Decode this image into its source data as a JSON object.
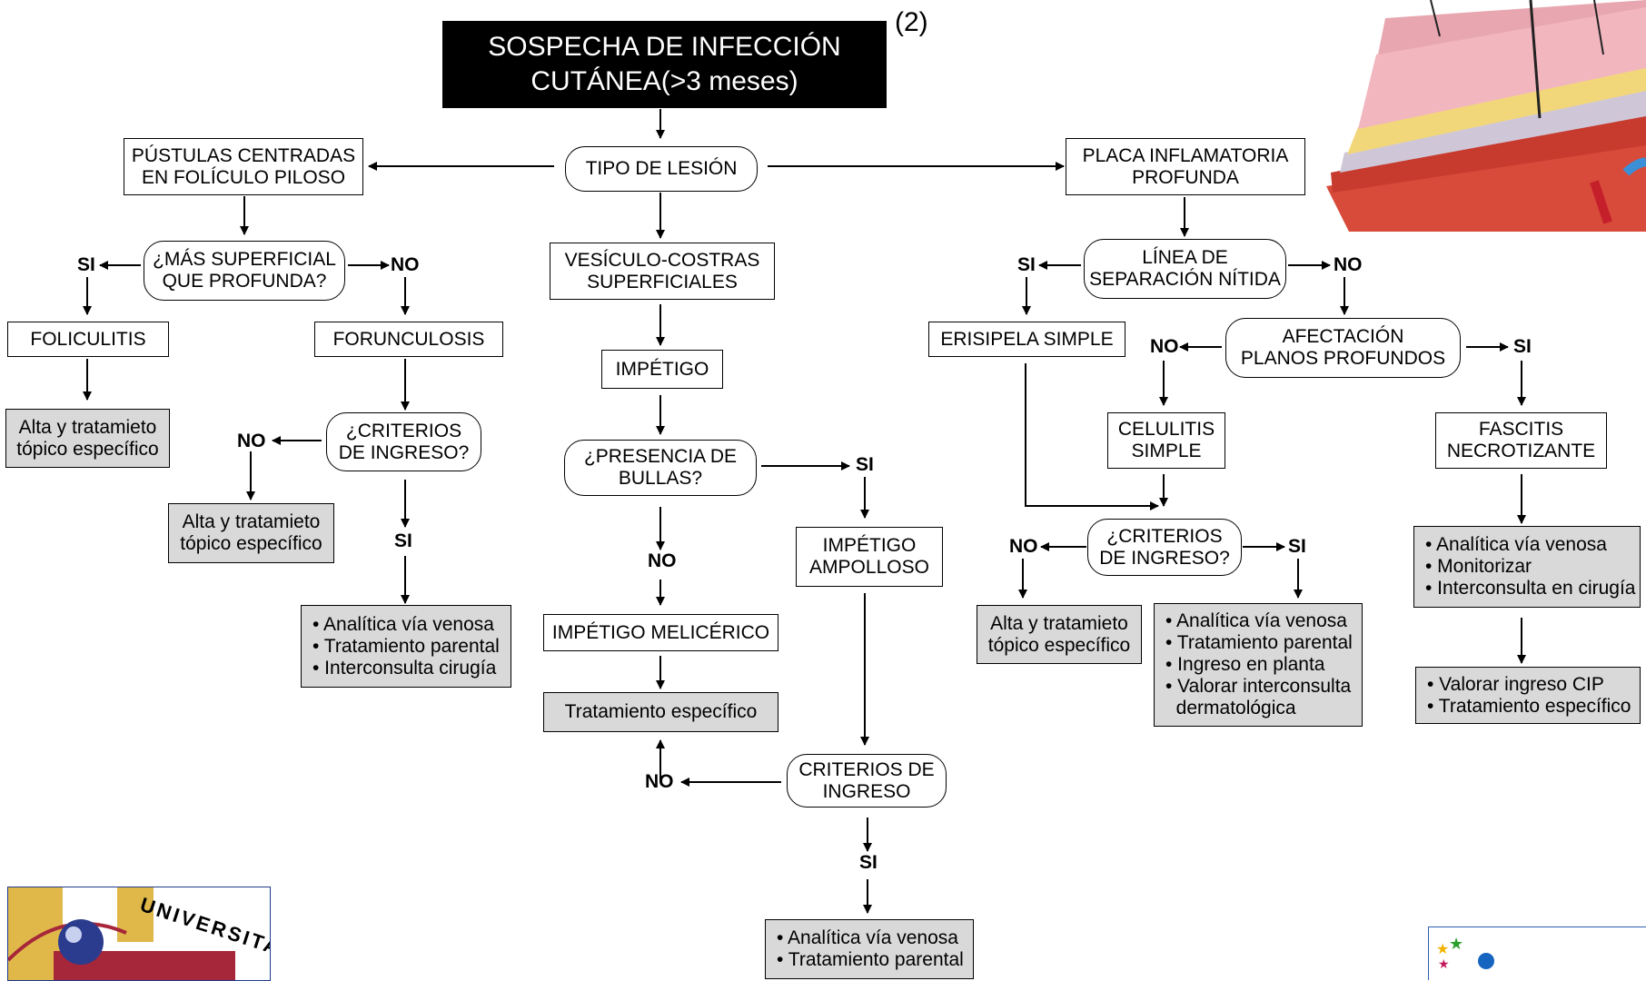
{
  "title": {
    "line1": "SOSPECHA DE INFECCIÓN",
    "line2": "CUTÁNEA(>3 meses)",
    "note": "(2)"
  },
  "nodes": {
    "tipo_lesion": "TIPO DE LESIÓN",
    "pustulas": {
      "l1": "PÚSTULAS CENTRADAS",
      "l2": "EN FOLÍCULO PILOSO"
    },
    "placa": {
      "l1": "PLACA INFLAMATORIA",
      "l2": "PROFUNDA"
    },
    "mas_superficial": {
      "l1": "¿MÁS SUPERFICIAL",
      "l2": "QUE PROFUNDA?"
    },
    "vesiculo": {
      "l1": "VESÍCULO-COSTRAS",
      "l2": "SUPERFICIALES"
    },
    "linea_sep": {
      "l1": "LÍNEA DE",
      "l2": "SEPARACIÓN NÍTIDA"
    },
    "foliculitis": "FOLICULITIS",
    "forunculosis": "FORUNCULOSIS",
    "impetigo": "IMPÉTIGO",
    "erisipela": "ERISIPELA SIMPLE",
    "afectacion": {
      "l1": "AFECTACIÓN",
      "l2": "PLANOS PROFUNDOS"
    },
    "alta1": {
      "l1": "Alta y tratamieto",
      "l2": "tópico específico"
    },
    "criterios1": {
      "l1": "¿CRITERIOS",
      "l2": "DE INGRESO?"
    },
    "presencia_bullas": {
      "l1": "¿PRESENCIA DE",
      "l2": "BULLAS?"
    },
    "celulitis": {
      "l1": "CELULITIS",
      "l2": "SIMPLE"
    },
    "fascitis": {
      "l1": "FASCITIS",
      "l2": "NECROTIZANTE"
    },
    "alta2": {
      "l1": "Alta y tratamieto",
      "l2": "tópico específico"
    },
    "impetigo_ampolloso": {
      "l1": "IMPÉTIGO",
      "l2": "AMPOLLOSO"
    },
    "criterios2": {
      "l1": "¿CRITERIOS",
      "l2": "DE INGRESO?"
    },
    "fascitis_actions": [
      "• Analítica vía venosa",
      "• Monitorizar",
      "• Interconsulta en cirugía"
    ],
    "forunc_actions": [
      "• Analítica vía venosa",
      "• Tratamiento parental",
      "• Interconsulta cirugía"
    ],
    "impetigo_melicerico": "IMPÉTIGO MELICÉRICO",
    "alta3": {
      "l1": "Alta y tratamieto",
      "l2": "tópico específico"
    },
    "celulitis_actions": [
      "• Analítica vía venosa",
      "• Tratamiento parental",
      "• Ingreso en planta",
      "• Valorar interconsulta",
      "  dermatológica"
    ],
    "cip_actions": [
      "• Valorar ingreso CIP",
      "• Tratamiento específico"
    ],
    "tratamiento_especifico": "Tratamiento específico",
    "criterios3": {
      "l1": "CRITERIOS DE",
      "l2": "INGRESO"
    },
    "ampolloso_actions": [
      "• Analítica vía venosa",
      "• Tratamiento parental"
    ]
  },
  "labels": {
    "si": "SI",
    "no": "NO"
  },
  "logo": {
    "text": "UNIVERSITAS"
  }
}
